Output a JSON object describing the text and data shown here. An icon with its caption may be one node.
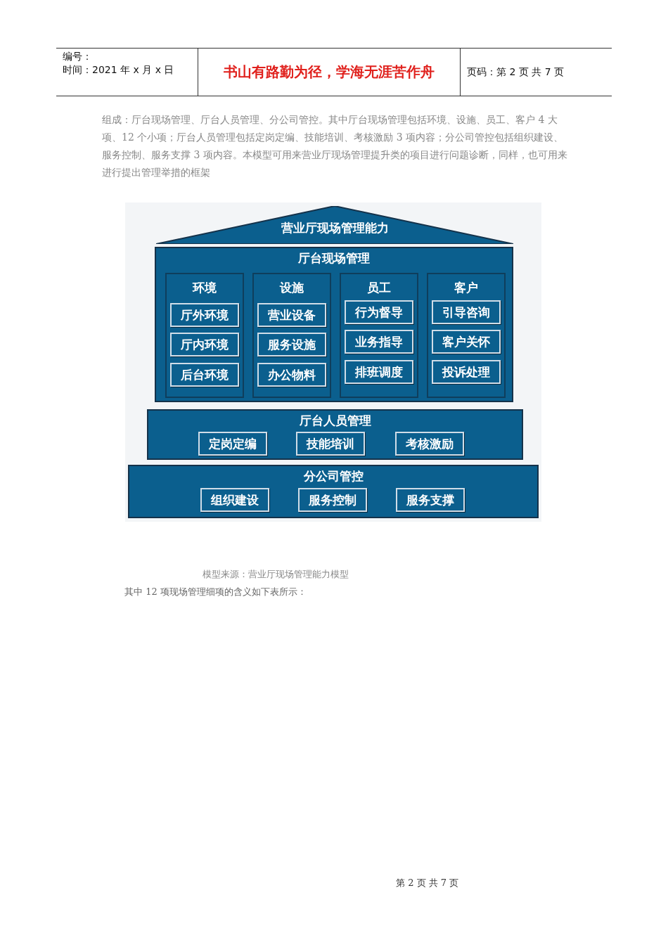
{
  "diagram": {
    "nodes": [
      {
        "text": [
          "营业厅现场管理能力"
        ]
      },
      {
        "text": [
          "厅台现场管理"
        ]
      },
      {
        "text": [
          "环境"
        ],
        "in": 1
      },
      {
        "text": [
          "厅外环境"
        ],
        "in": 2
      },
      {
        "text": [
          "厅内环境"
        ],
        "in": 2
      },
      {
        "text": [
          "后台环境"
        ],
        "in": 2
      },
      {
        "text": [
          "设施"
        ],
        "in": 1
      },
      {
        "text": [
          "营业设备"
        ],
        "in": 6
      },
      {
        "text": [
          "服务设施"
        ],
        "in": 6
      },
      {
        "text": [
          "办公物料"
        ],
        "in": 6
      },
      {
        "text": [
          "员工"
        ],
        "in": 1
      },
      {
        "text": [
          "行为督导"
        ],
        "in": 10
      },
      {
        "text": [
          "业务指导"
        ],
        "in": 10
      },
      {
        "text": [
          "排班调度"
        ],
        "in": 10
      },
      {
        "text": [
          "客户"
        ],
        "in": 1
      },
      {
        "text": [
          "引导咨询"
        ],
        "in": 14
      },
      {
        "text": [
          "客户关怀"
        ],
        "in": 14
      },
      {
        "text": [
          "投诉处理"
        ],
        "in": 14
      },
      {
        "text": [
          "厅台人员管理"
        ]
      },
      {
        "text": [
          "定岗定编"
        ],
        "in": 18
      },
      {
        "text": [
          "技能培训"
        ],
        "in": 18
      },
      {
        "text": [
          "考核激励"
        ],
        "in": 18
      },
      {
        "text": [
          "分公司管控"
        ]
      },
      {
        "text": [
          "组织建设"
        ],
        "in": 22
      },
      {
        "text": [
          "服务控制"
        ],
        "in": 22
      },
      {
        "text": [
          "服务支撑"
        ],
        "in": 22
      }
    ],
    "labels": [
      "编号：",
      "时间：2021 年 x 月 x 日",
      "书山有路勤为径，学海无涯苦作舟",
      "页码：第 2 页 共 7 页",
      "组成：厅台现场管理、厅台人员管理、分公司管控。其中厅台现场管理包括环境、设施、员工、客户 4 大项、12 个小项；厅台人员管理包括定岗定编、技能培训、考核激励 3 项内容；分公司管控包括组织建设、服务控制、服务支撑 3 项内容。本模型可用来营业厅现场管理提升类的项目进行问题诊断，同样，也可用来进行提出管理举措的框架",
      "模型来源：营业厅现场管理能力模型",
      "其中 12 项现场管理细项的含义如下表所示：",
      "第 2 页 共 7 页"
    ]
  }
}
